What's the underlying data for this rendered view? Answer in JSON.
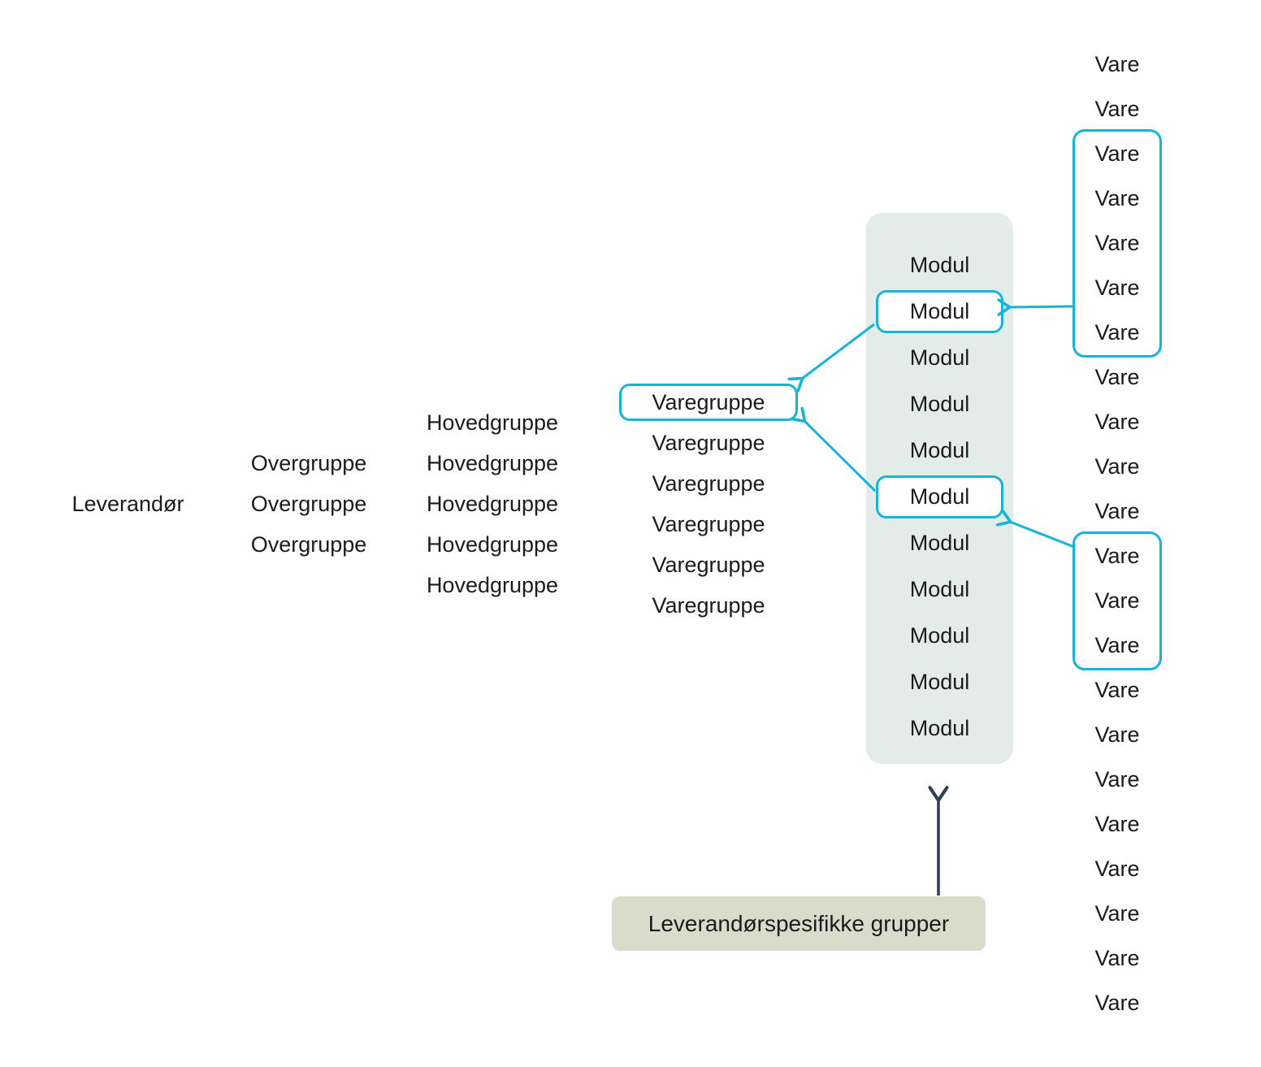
{
  "colors": {
    "accent": "#18b4d8",
    "panel_background": "#e4ece9",
    "label_background": "#d9dcca",
    "dark_arrow": "#2e3f55",
    "text": "#1b1b1b"
  },
  "diagram": {
    "columns": [
      {
        "name": "leverandor",
        "items": [
          "Leverandør"
        ]
      },
      {
        "name": "overgruppe",
        "items": [
          "Overgruppe",
          "Overgruppe",
          "Overgruppe"
        ]
      },
      {
        "name": "hovedgruppe",
        "items": [
          "Hovedgruppe",
          "Hovedgruppe",
          "Hovedgruppe",
          "Hovedgruppe",
          "Hovedgruppe"
        ]
      },
      {
        "name": "varegruppe",
        "items": [
          {
            "text": "Varegruppe",
            "boxed": true
          },
          "Varegruppe",
          "Varegruppe",
          "Varegruppe",
          "Varegruppe",
          "Varegruppe"
        ]
      },
      {
        "name": "modul",
        "items": [
          "Modul",
          {
            "text": "Modul",
            "boxed": true
          },
          "Modul",
          "Modul",
          "Modul",
          {
            "text": "Modul",
            "boxed": true
          },
          "Modul",
          "Modul",
          "Modul",
          "Modul",
          "Modul"
        ]
      },
      {
        "name": "vare",
        "items": [
          "Vare",
          "Vare",
          {
            "group": [
              "Vare",
              "Vare",
              "Vare",
              "Vare",
              "Vare"
            ]
          },
          "Vare",
          "Vare",
          "Vare",
          "Vare",
          {
            "group": [
              "Vare",
              "Vare",
              "Vare"
            ]
          },
          "Vare",
          "Vare",
          "Vare",
          "Vare",
          "Vare",
          "Vare",
          "Vare",
          "Vare"
        ]
      }
    ],
    "label_box": {
      "text": "Leverandørspesifikke grupper"
    },
    "arrows": [
      {
        "name": "vare-group-1-to-modul-box-1"
      },
      {
        "name": "vare-group-2-to-modul-box-2"
      },
      {
        "name": "modul-box-1-to-varegruppe-box"
      },
      {
        "name": "modul-box-2-to-varegruppe-box"
      },
      {
        "name": "label-to-modul-panel"
      }
    ]
  }
}
